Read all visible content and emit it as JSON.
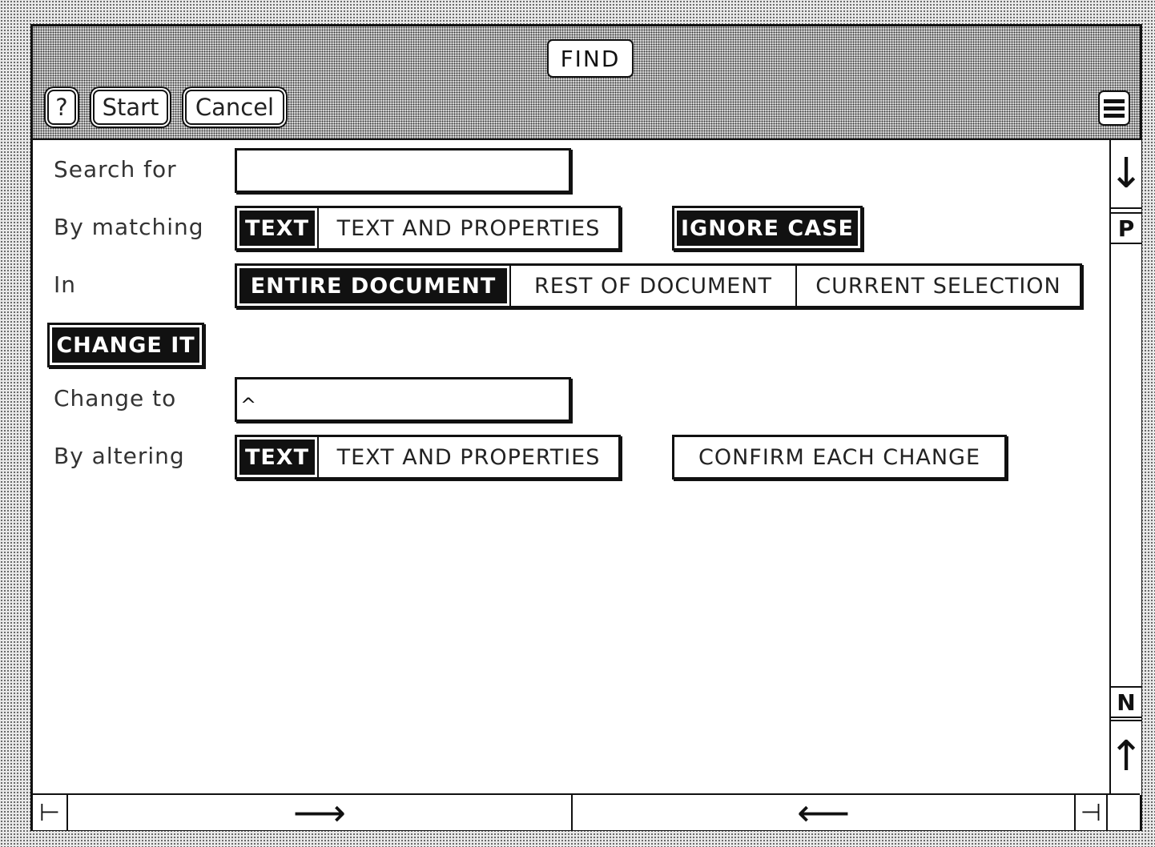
{
  "window": {
    "title": "FIND"
  },
  "toolbar": {
    "help_label": "?",
    "start_label": "Start",
    "cancel_label": "Cancel",
    "menu_icon": "menu-lines-icon"
  },
  "form": {
    "search_for": {
      "label": "Search for",
      "value": ""
    },
    "by_matching": {
      "label": "By matching",
      "options": [
        "TEXT",
        "TEXT AND PROPERTIES"
      ],
      "selected": "TEXT",
      "ignore_case": {
        "label": "IGNORE CASE",
        "on": true
      }
    },
    "in": {
      "label": "In",
      "options": [
        "ENTIRE DOCUMENT",
        "REST OF DOCUMENT",
        "CURRENT SELECTION"
      ],
      "selected": "ENTIRE DOCUMENT"
    },
    "change_it": {
      "label": "CHANGE IT",
      "on": true
    },
    "change_to": {
      "label": "Change to",
      "value": "",
      "caret": "^"
    },
    "by_altering": {
      "label": "By altering",
      "options": [
        "TEXT",
        "TEXT AND PROPERTIES"
      ],
      "selected": "TEXT",
      "confirm_each_change": {
        "label": "CONFIRM EACH CHANGE",
        "on": false
      }
    }
  },
  "scrollbars": {
    "vertical": {
      "down_arrow": "↓",
      "prev": "P",
      "next": "N",
      "up_arrow": "↑"
    },
    "horizontal": {
      "left_end": "⊢",
      "right_arrow": "⟶",
      "left_arrow": "⟵",
      "right_end": "⊣"
    }
  }
}
